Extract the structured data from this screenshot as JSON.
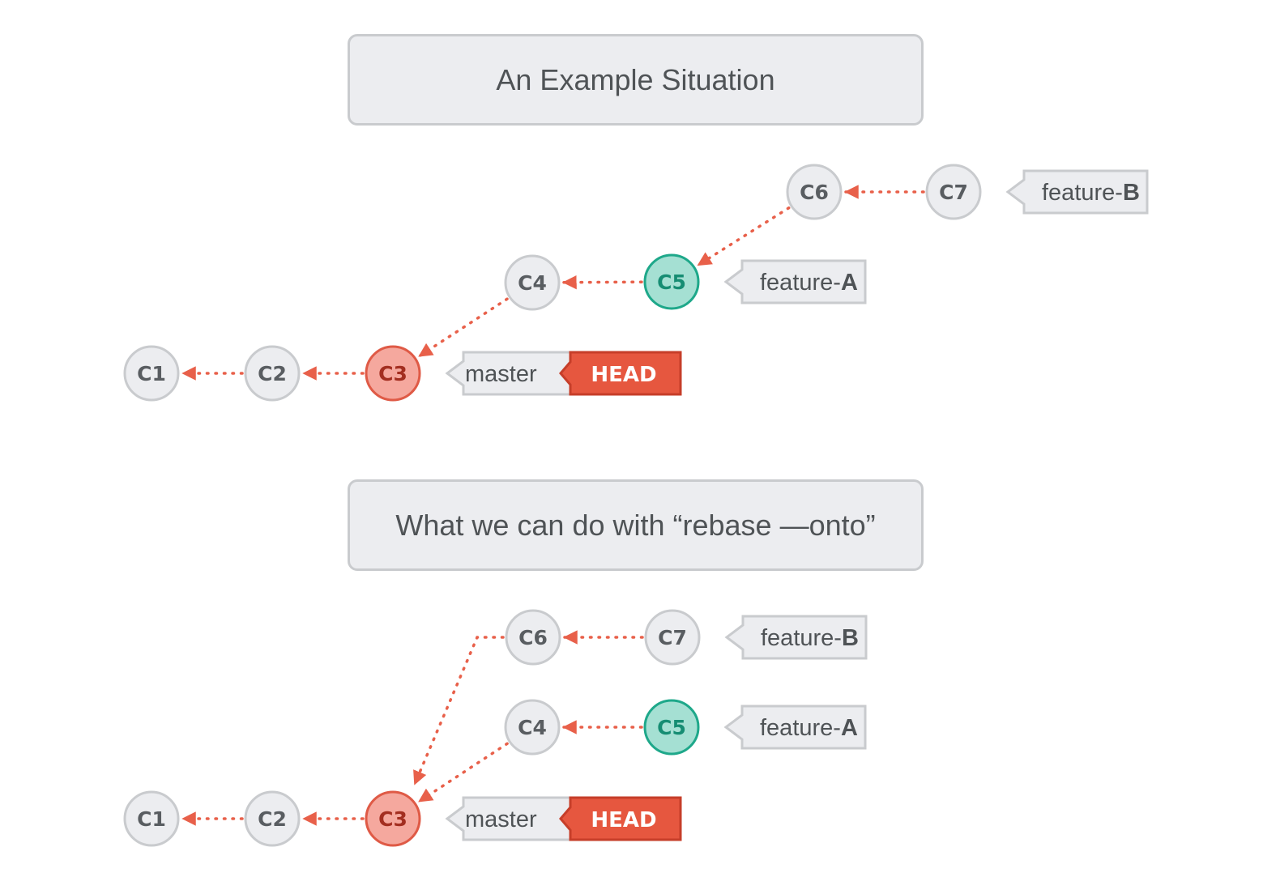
{
  "panels": [
    {
      "title": "An Example Situation",
      "commits": [
        {
          "id": "C1",
          "state": "normal"
        },
        {
          "id": "C2",
          "state": "normal"
        },
        {
          "id": "C3",
          "state": "head"
        },
        {
          "id": "C4",
          "state": "normal"
        },
        {
          "id": "C5",
          "state": "tip"
        },
        {
          "id": "C6",
          "state": "normal"
        },
        {
          "id": "C7",
          "state": "normal"
        }
      ],
      "edges": [
        [
          "C2",
          "C1"
        ],
        [
          "C3",
          "C2"
        ],
        [
          "C4",
          "C3"
        ],
        [
          "C5",
          "C4"
        ],
        [
          "C6",
          "C5"
        ],
        [
          "C7",
          "C6"
        ]
      ],
      "branches": [
        {
          "name": "master",
          "at": "C3",
          "head": "HEAD"
        },
        {
          "prefix": "feature-",
          "suffix": "A",
          "at": "C5"
        },
        {
          "prefix": "feature-",
          "suffix": "B",
          "at": "C7"
        }
      ]
    },
    {
      "title": "What we can do with “rebase —onto”",
      "commits": [
        {
          "id": "C1",
          "state": "normal"
        },
        {
          "id": "C2",
          "state": "normal"
        },
        {
          "id": "C3",
          "state": "head"
        },
        {
          "id": "C4",
          "state": "normal"
        },
        {
          "id": "C5",
          "state": "tip"
        },
        {
          "id": "C6",
          "state": "normal"
        },
        {
          "id": "C7",
          "state": "normal"
        }
      ],
      "edges": [
        [
          "C2",
          "C1"
        ],
        [
          "C3",
          "C2"
        ],
        [
          "C4",
          "C3"
        ],
        [
          "C5",
          "C4"
        ],
        [
          "C6",
          "C3"
        ],
        [
          "C7",
          "C6"
        ]
      ],
      "branches": [
        {
          "name": "master",
          "at": "C3",
          "head": "HEAD"
        },
        {
          "prefix": "feature-",
          "suffix": "A",
          "at": "C5"
        },
        {
          "prefix": "feature-",
          "suffix": "B",
          "at": "C7"
        }
      ]
    }
  ],
  "colors": {
    "edge": "#e8604a",
    "commit_fill": "#ecedf0",
    "commit_stroke": "#c9cbce",
    "commit_text": "#595d61",
    "head_fill": "#f5a89e",
    "head_stroke": "#df5a46",
    "head_text": "#a32e20",
    "tip_fill": "#a5e0d3",
    "tip_stroke": "#1ea88a",
    "tip_text": "#168d73",
    "tag_fill": "#ecedf0",
    "tag_stroke": "#c9cbce",
    "head_tag_fill": "#e6573f",
    "head_tag_stroke": "#c63e29"
  }
}
